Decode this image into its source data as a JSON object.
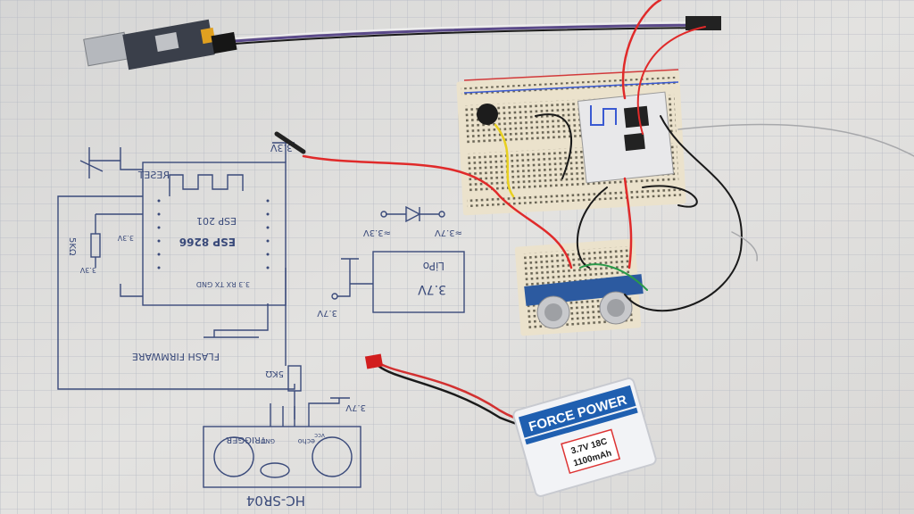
{
  "photo": {
    "colors": {
      "paper": "#dedddb",
      "grid": "#b9bcc4",
      "ink": "#3a4a7a",
      "breadboard": "#ece4cf",
      "wire_red": "#e02a2a",
      "wire_black": "#1a1a1a",
      "battery_blue": "#1f5fb0"
    },
    "schematic": {
      "reset_label": "RESET",
      "module_label": "ESP 8266",
      "module_model": "ESP 201",
      "pins_label": "3.3 RX TX GND",
      "flash_label": "FLASH FIRMWARE",
      "resistor_label_left": "5KΩ",
      "resistor_label_right": "5KΩ",
      "v33_left": "3.3V",
      "v33_top": "3.3V",
      "v33_small": "3.3V",
      "diode_left_label": "≈3.3V",
      "diode_right_label": "≈3.7V",
      "lipo_label": "LiPo",
      "lipo_voltage": "3.7V",
      "v37_out": "3.7V",
      "v37_sensor": "3.7V",
      "sensor_name": "HC-SR04",
      "trigger_label": "TRIGGER",
      "echo_label": "echo",
      "gnd_label": "GND",
      "vcc_label": "vcc"
    },
    "battery": {
      "brand": "FORCE POWER",
      "spec_line1": "3.7V 18C",
      "spec_line2": "1100mAh"
    }
  }
}
